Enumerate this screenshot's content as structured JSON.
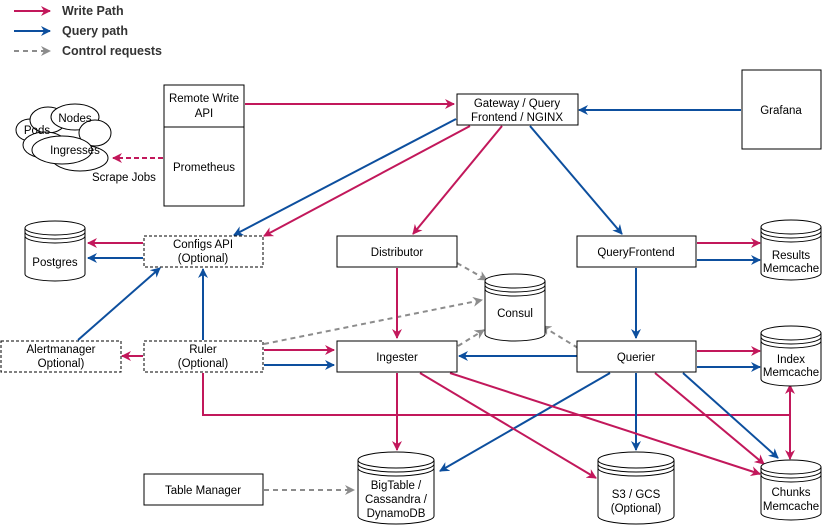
{
  "legend": {
    "write": "Write Path",
    "query": "Query path",
    "control": "Control requests"
  },
  "colors": {
    "write": "#c2185b",
    "query": "#0d4f9e",
    "control": "#8c8c8c"
  },
  "nodes": {
    "remote_write": [
      "Remote Write",
      "API"
    ],
    "prometheus": "Prometheus",
    "gateway": [
      "Gateway / Query",
      "Frontend / NGINX"
    ],
    "grafana": "Grafana",
    "cloud": {
      "nodes": "Nodes",
      "pods": "Pods",
      "ingresses": "Ingresses"
    },
    "scrape_jobs": "Scrape Jobs",
    "postgres": "Postgres",
    "configs_api": [
      "Configs API",
      "(Optional)"
    ],
    "distributor": "Distributor",
    "consul": "Consul",
    "query_frontend": "QueryFrontend",
    "results_memcache": [
      "Results",
      "Memcache"
    ],
    "alertmanager": [
      "Alertmanager",
      "Optional)"
    ],
    "ruler": [
      "Ruler",
      "(Optional)"
    ],
    "ingester": "Ingester",
    "querier": "Querier",
    "index_memcache": [
      "Index",
      "Memcache"
    ],
    "table_manager": "Table Manager",
    "bigtable": [
      "BigTable /",
      "Cassandra /",
      "DynamoDB"
    ],
    "s3": [
      "S3 / GCS",
      "(Optional)"
    ],
    "chunks_memcache": [
      "Chunks",
      "Memcache"
    ]
  }
}
